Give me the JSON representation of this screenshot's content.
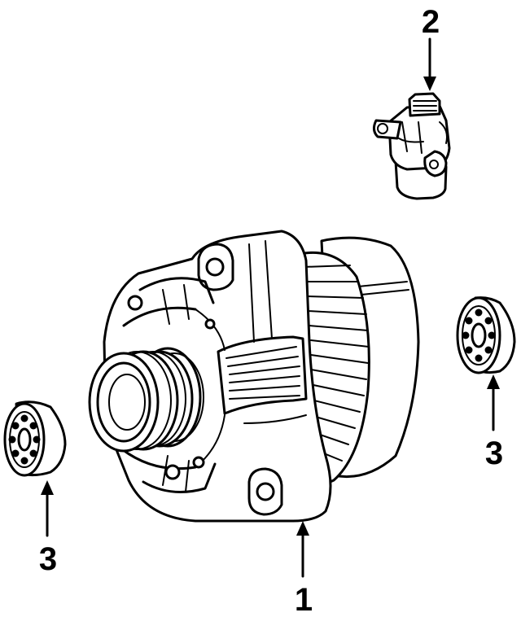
{
  "callouts": {
    "alternator": "1",
    "regulator": "2",
    "bearing_right": "3",
    "bearing_left": "3"
  }
}
